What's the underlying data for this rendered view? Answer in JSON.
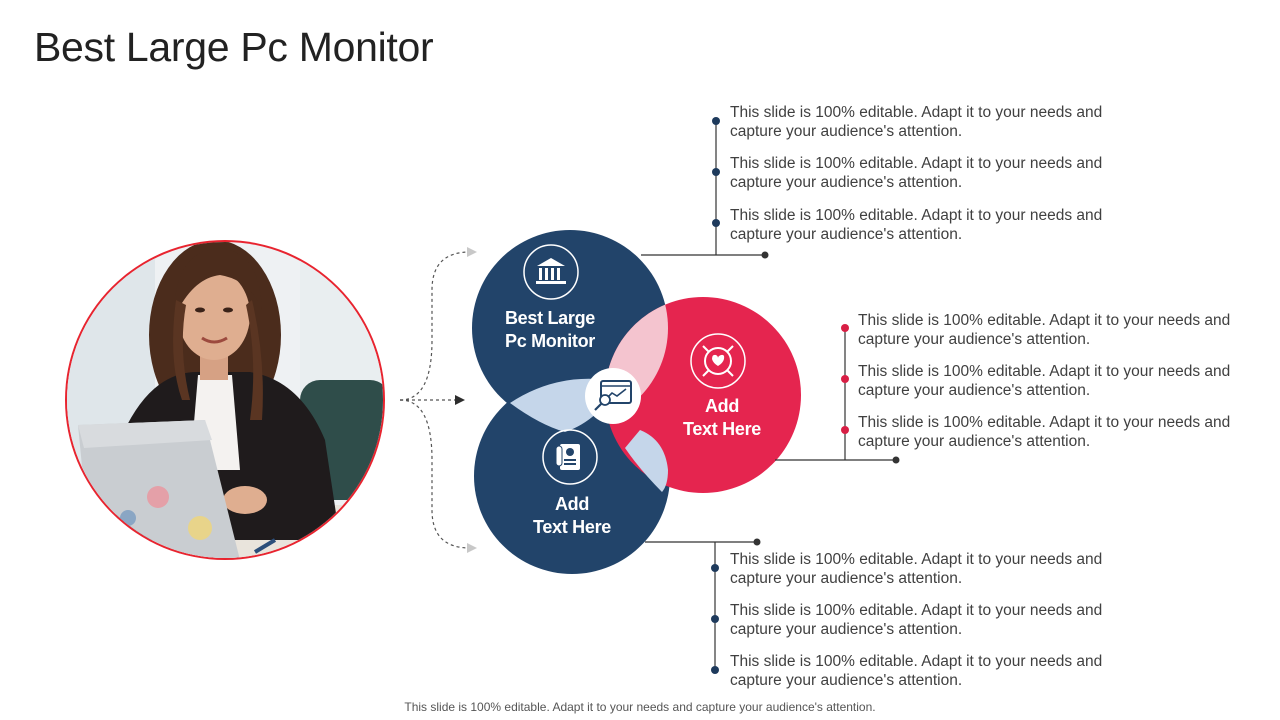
{
  "title": "Best Large Pc Monitor",
  "colors": {
    "navy": "#22446a",
    "crimson": "#e5254f",
    "light_blue": "#c5d6ea",
    "light_pink": "#f4c4cf",
    "dot_navy": "#1e3a5c",
    "dot_red": "#d81f45"
  },
  "circles": {
    "top": {
      "label_line1": "Best Large",
      "label_line2": "Pc Monitor",
      "icon": "bank-building-icon"
    },
    "right": {
      "label_line1": "Add",
      "label_line2": "Text Here",
      "icon": "heart-target-icon"
    },
    "bottom": {
      "label_line1": "Add",
      "label_line2": "Text Here",
      "icon": "certificate-document-icon"
    },
    "center_icon": "analytics-magnifier-icon"
  },
  "bullets": {
    "top": [
      {
        "line1": "This slide is 100% editable. Adapt it to your needs and",
        "line2": "capture your audience's attention."
      },
      {
        "line1": "This slide is 100% editable. Adapt it to your needs and",
        "line2": "capture your audience's attention."
      },
      {
        "line1": "This slide is 100% editable. Adapt it to your needs and",
        "line2": "capture your audience's attention."
      }
    ],
    "mid": [
      {
        "line1": "This slide is 100% editable. Adapt it to your needs and",
        "line2": "capture your audience's attention."
      },
      {
        "line1": "This slide is 100% editable. Adapt it to your needs and",
        "line2": "capture your audience's attention."
      },
      {
        "line1": "This slide is 100% editable. Adapt it to your needs and",
        "line2": "capture your audience's attention."
      }
    ],
    "bottom": [
      {
        "line1": "This slide is 100% editable. Adapt it to your needs and",
        "line2": "capture your audience's attention."
      },
      {
        "line1": "This slide is 100% editable. Adapt it to your needs and",
        "line2": "capture your audience's attention."
      },
      {
        "line1": "This slide is 100% editable. Adapt it to your needs and",
        "line2": "capture your audience's attention."
      }
    ]
  },
  "footer": "This slide is 100% editable. Adapt it to your needs and capture your audience's attention."
}
